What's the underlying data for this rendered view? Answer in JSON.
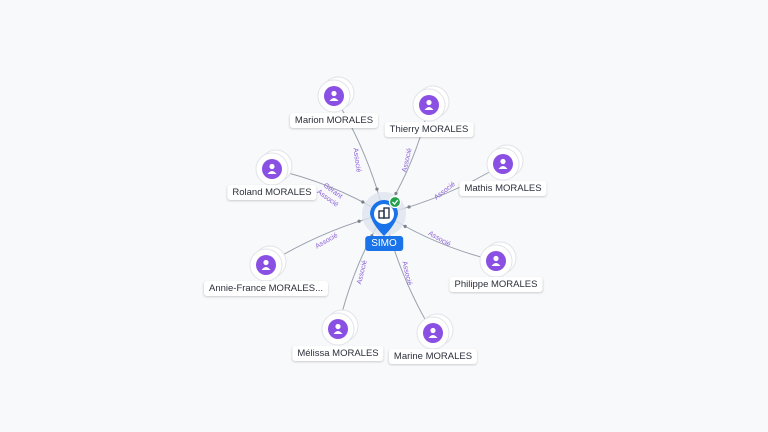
{
  "center": {
    "label": "SIMO",
    "icon": "building-icon",
    "status_icon": "check-icon",
    "color": "#1a73e8",
    "status_color": "#22a04b"
  },
  "person_color": "#8a4fe3",
  "edge_label_color": "#8a5fd8",
  "nodes": [
    {
      "name": "Marion MORALES",
      "relation": "Associé",
      "icon": "person-icon"
    },
    {
      "name": "Thierry MORALES",
      "relation": "Associé",
      "icon": "person-icon"
    },
    {
      "name": "Mathis MORALES",
      "relation": "Associé",
      "icon": "person-icon"
    },
    {
      "name": "Philippe MORALES",
      "relation": "Associé",
      "icon": "person-icon"
    },
    {
      "name": "Marine MORALES",
      "relation": "Associé",
      "icon": "person-icon"
    },
    {
      "name": "Mélissa MORALES",
      "relation": "Associé",
      "icon": "person-icon"
    },
    {
      "name": "Annie-France MORALES...",
      "relation": "Associé",
      "icon": "person-icon"
    },
    {
      "name": "Roland MORALES",
      "relation": "Gérant",
      "relation2": "Associé",
      "icon": "person-icon"
    }
  ]
}
